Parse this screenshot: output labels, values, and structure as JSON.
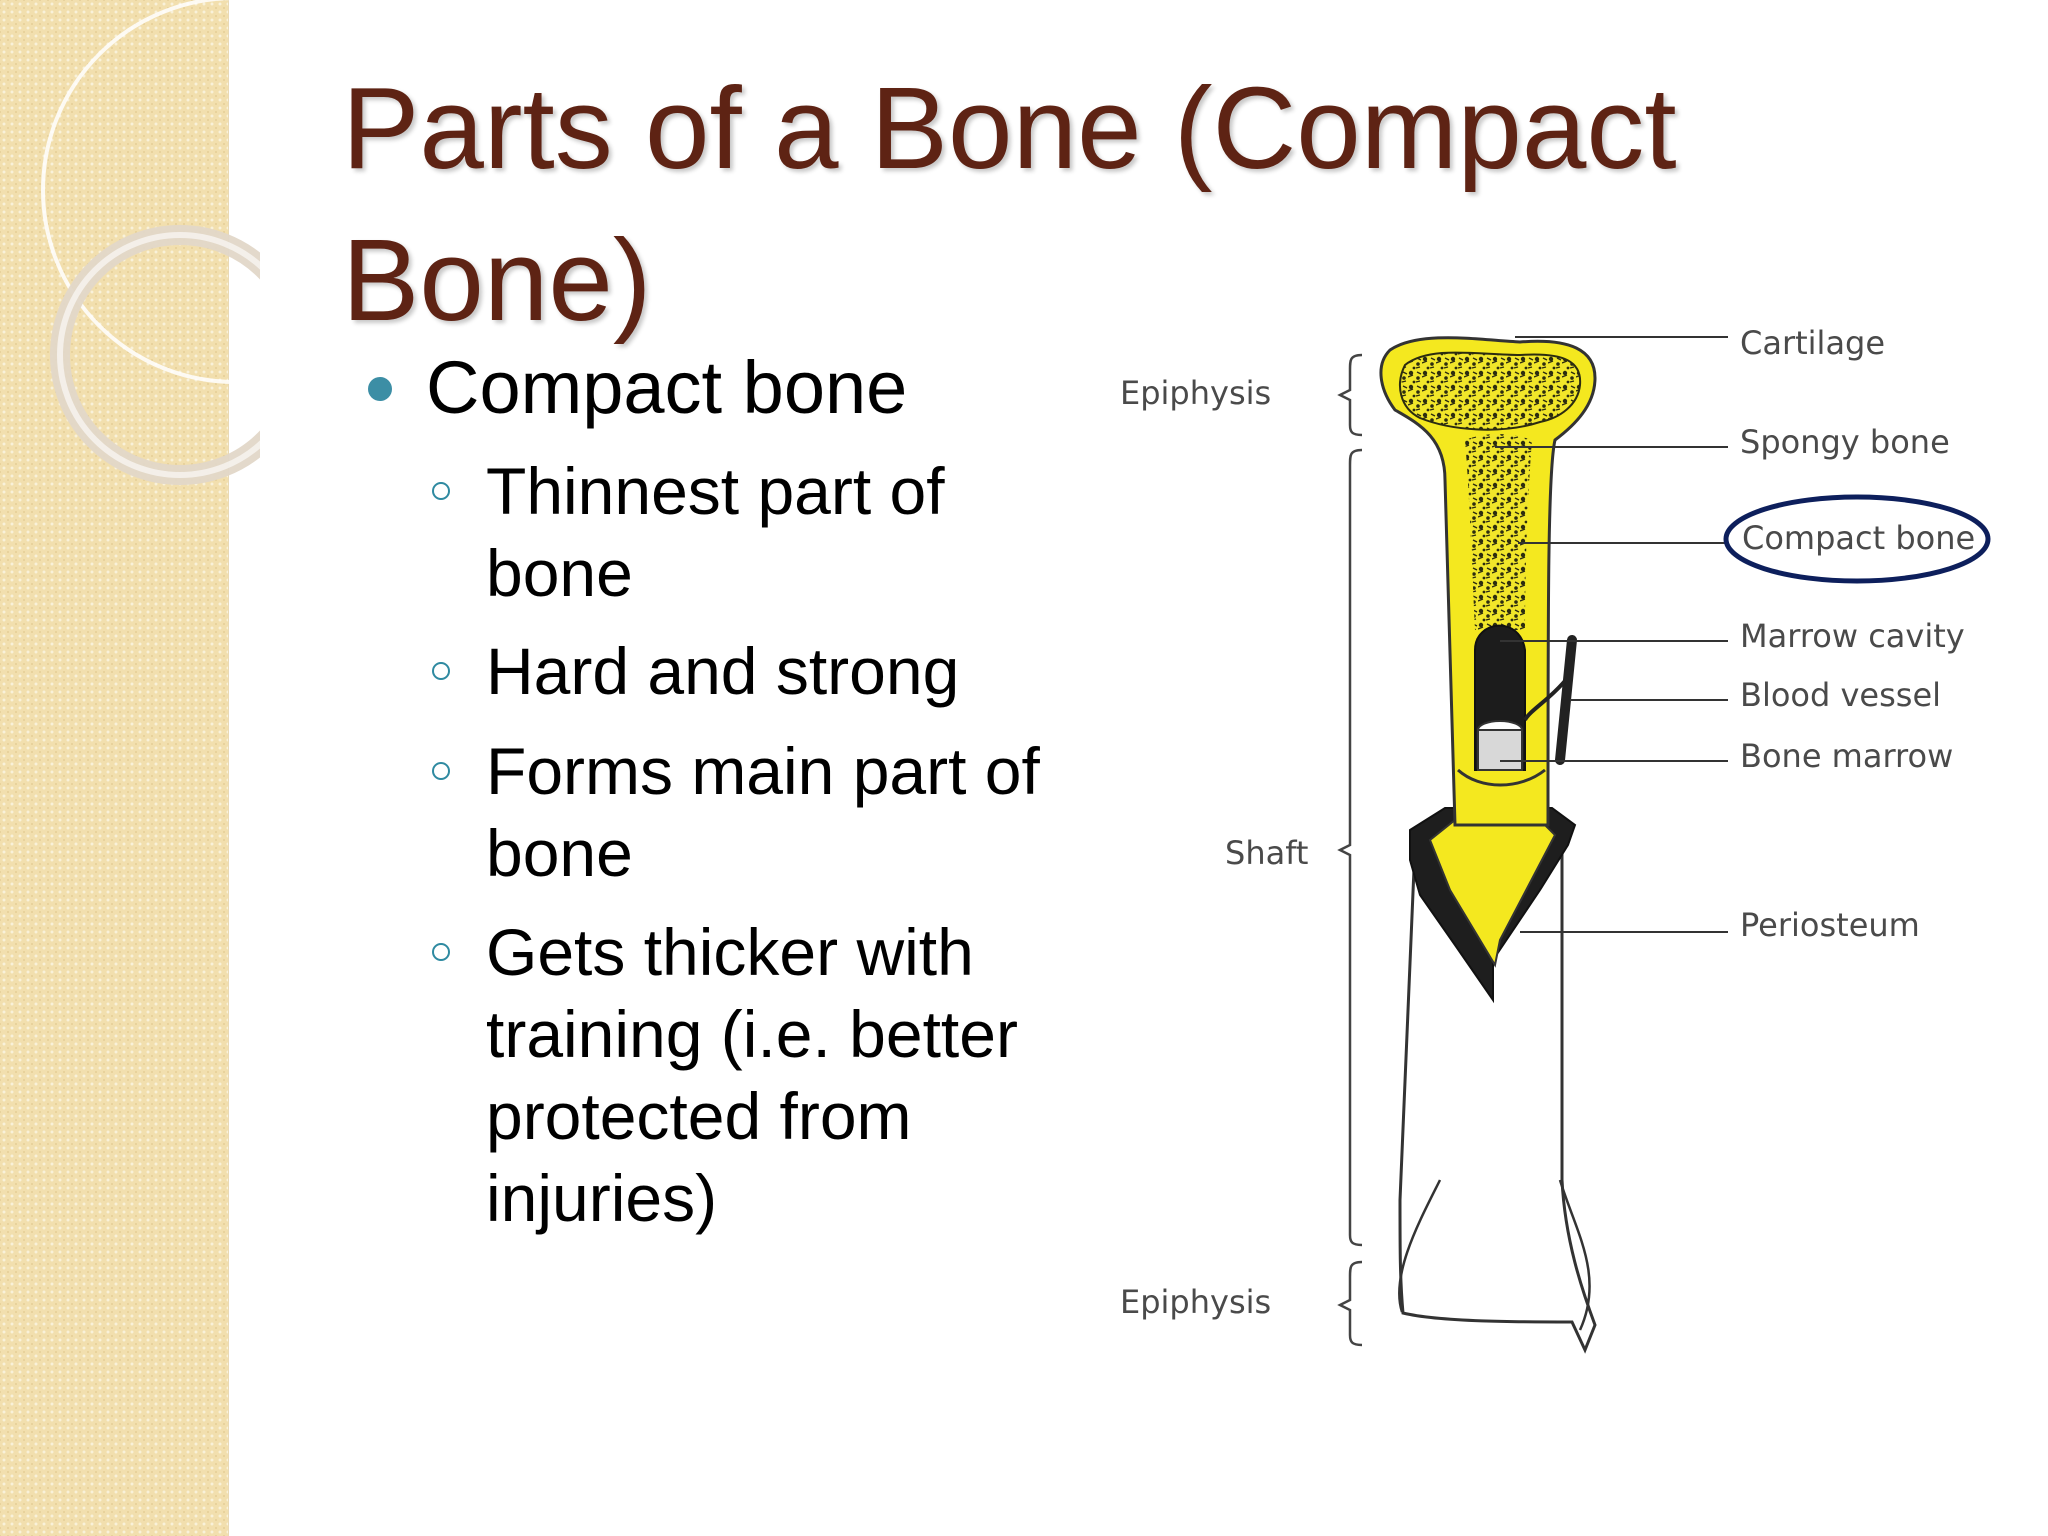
{
  "slide": {
    "title_lines": [
      "Parts of a Bone (Compact",
      "Bone)"
    ],
    "bullet": "Compact bone",
    "sub_bullets": [
      {
        "lines": [
          "Thinnest part of",
          "bone"
        ]
      },
      {
        "lines": [
          "Hard and strong"
        ]
      },
      {
        "lines": [
          "Forms main part of",
          "bone"
        ]
      },
      {
        "lines": [
          "Gets thicker with",
          "training (i.e. better",
          "protected from",
          "injuries)"
        ]
      }
    ]
  },
  "diagram": {
    "left_labels": {
      "epiphysis_top": "Epiphysis",
      "shaft": "Shaft",
      "epiphysis_bottom": "Epiphysis"
    },
    "right_labels": {
      "cartilage": "Cartilage",
      "spongy_bone": "Spongy bone",
      "compact_bone": "Compact bone",
      "marrow_cavity": "Marrow cavity",
      "blood_vessel": "Blood vessel",
      "bone_marrow": "Bone marrow",
      "periosteum": "Periosteum"
    },
    "highlighted_label": "Compact bone"
  },
  "colors": {
    "title": "#5e2314",
    "bullet": "#3c8ea5",
    "bone_yellow": "#f4e81f",
    "highlight_ring": "#0d1f5c",
    "sidebar": "#f2dfae"
  }
}
